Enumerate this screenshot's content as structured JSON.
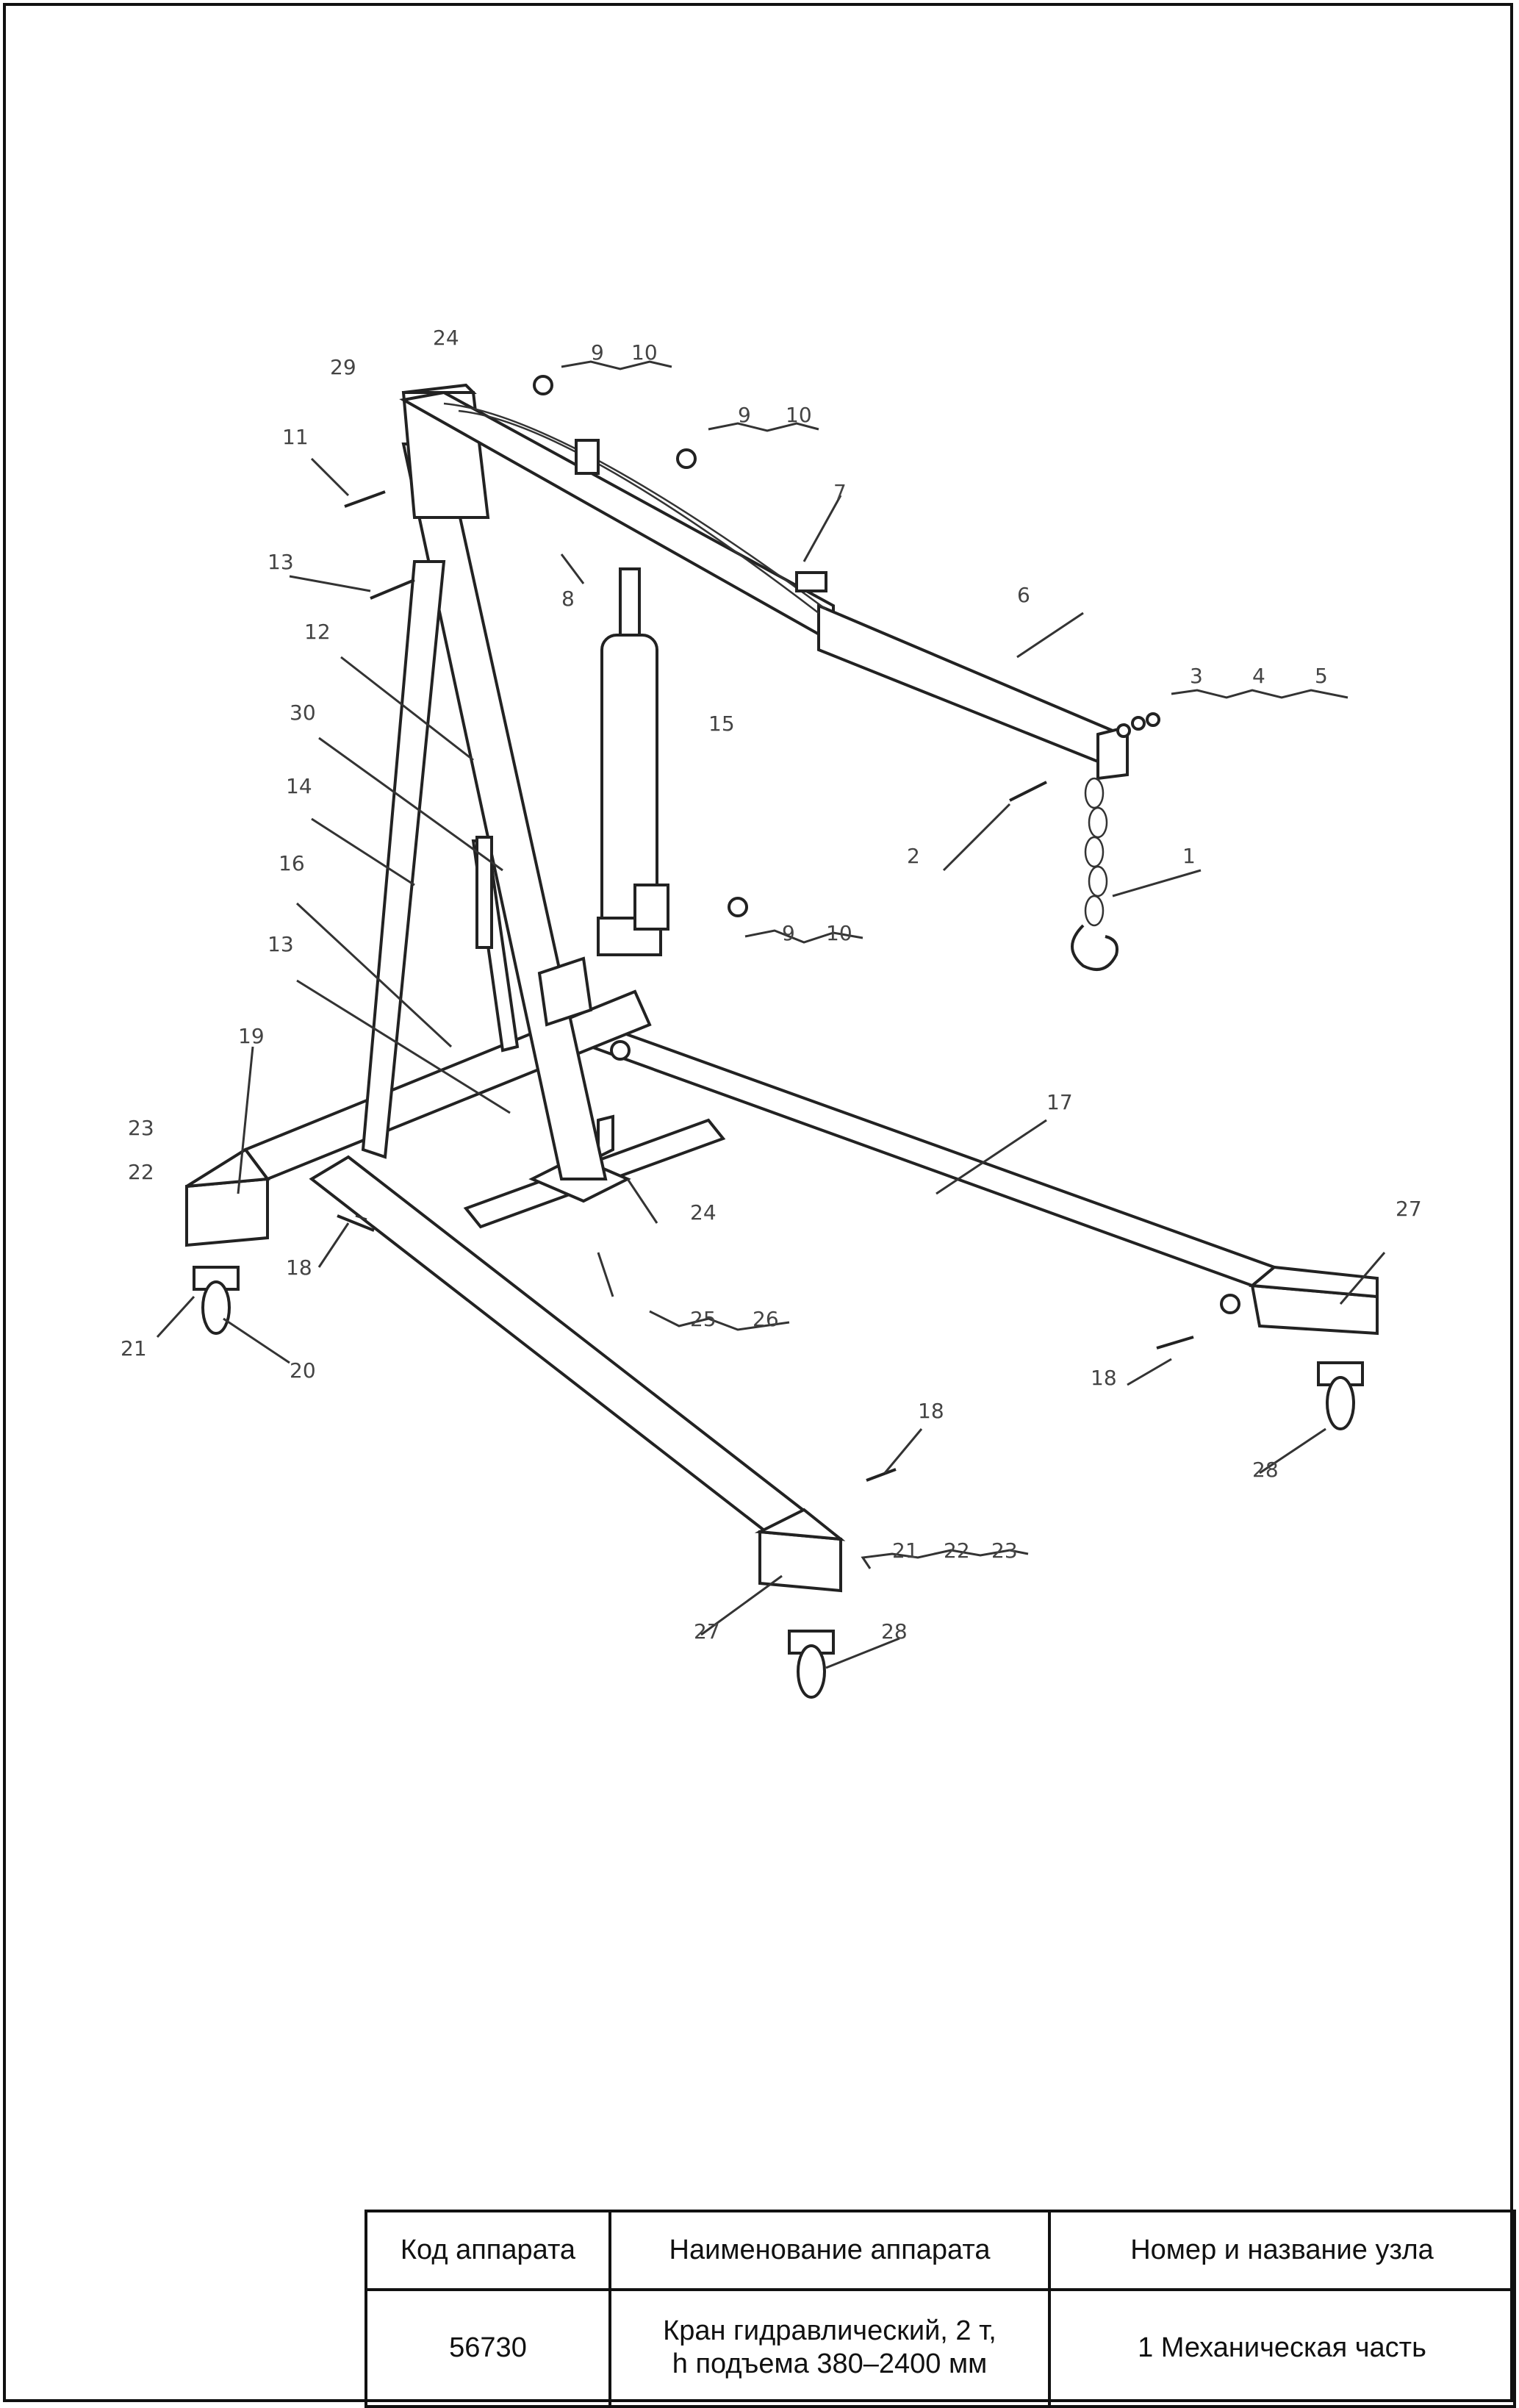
{
  "callouts": [
    {
      "id": "c1",
      "text": "1"
    },
    {
      "id": "c2",
      "text": "2"
    },
    {
      "id": "c3",
      "text": "3"
    },
    {
      "id": "c4",
      "text": "4"
    },
    {
      "id": "c5",
      "text": "5"
    },
    {
      "id": "c6",
      "text": "6"
    },
    {
      "id": "c7",
      "text": "7"
    },
    {
      "id": "c8",
      "text": "8"
    },
    {
      "id": "c9a",
      "text": "9"
    },
    {
      "id": "c10a",
      "text": "10"
    },
    {
      "id": "c9b",
      "text": "9"
    },
    {
      "id": "c10b",
      "text": "10"
    },
    {
      "id": "c9c",
      "text": "9"
    },
    {
      "id": "c10c",
      "text": "10"
    },
    {
      "id": "c11",
      "text": "11"
    },
    {
      "id": "c12",
      "text": "12"
    },
    {
      "id": "c13a",
      "text": "13"
    },
    {
      "id": "c13b",
      "text": "13"
    },
    {
      "id": "c14",
      "text": "14"
    },
    {
      "id": "c15",
      "text": "15"
    },
    {
      "id": "c16",
      "text": "16"
    },
    {
      "id": "c17",
      "text": "17"
    },
    {
      "id": "c18a",
      "text": "18"
    },
    {
      "id": "c18b",
      "text": "18"
    },
    {
      "id": "c18c",
      "text": "18"
    },
    {
      "id": "c19",
      "text": "19"
    },
    {
      "id": "c20",
      "text": "20"
    },
    {
      "id": "c21a",
      "text": "21"
    },
    {
      "id": "c21b",
      "text": "21"
    },
    {
      "id": "c22a",
      "text": "22"
    },
    {
      "id": "c22b",
      "text": "22"
    },
    {
      "id": "c23a",
      "text": "23"
    },
    {
      "id": "c23b",
      "text": "23"
    },
    {
      "id": "c24a",
      "text": "24"
    },
    {
      "id": "c24b",
      "text": "24"
    },
    {
      "id": "c25",
      "text": "25"
    },
    {
      "id": "c26",
      "text": "26"
    },
    {
      "id": "c27a",
      "text": "27"
    },
    {
      "id": "c27b",
      "text": "27"
    },
    {
      "id": "c28a",
      "text": "28"
    },
    {
      "id": "c28b",
      "text": "28"
    },
    {
      "id": "c29",
      "text": "29"
    },
    {
      "id": "c30",
      "text": "30"
    }
  ],
  "title_block": {
    "headers": [
      "Код аппарата",
      "Наименование аппарата",
      "Номер и название узла"
    ],
    "code": "56730",
    "name_line1": "Кран гидравлический, 2 т,",
    "name_line2": "h подъема 380–2400 мм",
    "node": "1 Механическая часть"
  }
}
